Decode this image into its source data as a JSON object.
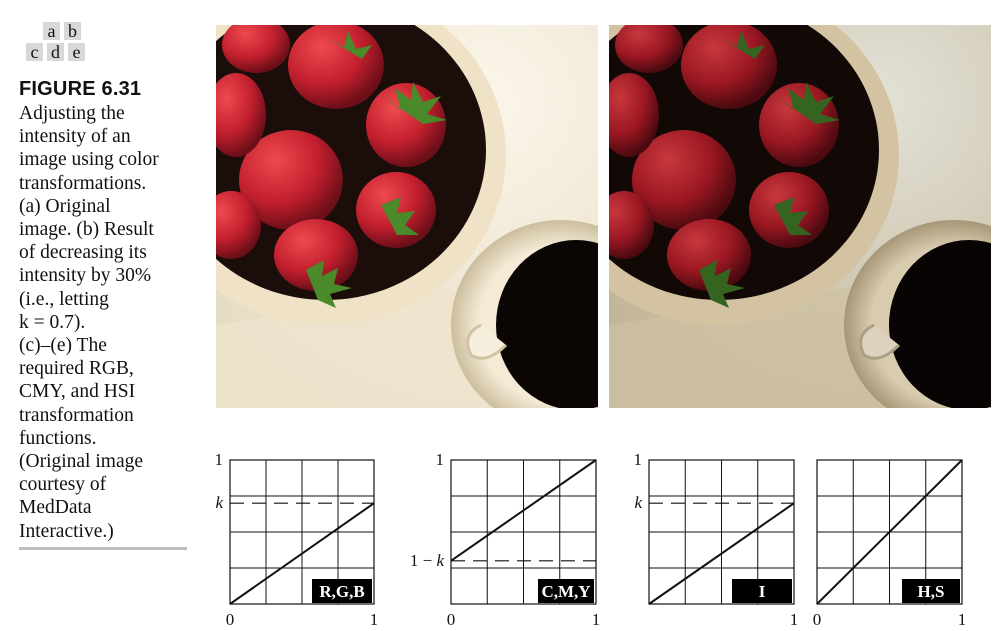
{
  "legend": {
    "row1": [
      "a",
      "b"
    ],
    "row2": [
      "c",
      "d",
      "e"
    ]
  },
  "figure": {
    "title": "FIGURE 6.31",
    "caption_lines": [
      "Adjusting the",
      "intensity of an",
      "image using color",
      "transformations.",
      "(a) Original",
      "image. (b) Result",
      "of decreasing its",
      "intensity by 30%",
      "(i.e., letting",
      "k = 0.7).",
      "(c)–(e) The",
      "required RGB,",
      "CMY, and HSI",
      "transformation",
      "functions.",
      "(Original image",
      "courtesy of",
      "MedData",
      "Interactive.)"
    ]
  },
  "images": {
    "a": "original-strawberries-photo",
    "b": "darkened-strawberries-photo"
  },
  "chart_data": [
    {
      "type": "line",
      "label": "R,G,B",
      "x": [
        0,
        1
      ],
      "y": [
        0,
        0.7
      ],
      "xlim": [
        0,
        1
      ],
      "ylim": [
        0,
        1
      ],
      "xticks": [
        "0",
        "1"
      ],
      "yticks": [
        {
          "value": 1,
          "label": "1"
        },
        {
          "value": 0.7,
          "label": "k"
        }
      ],
      "dashed_y": 0.7,
      "grid": true
    },
    {
      "type": "line",
      "label": "C,M,Y",
      "x": [
        0,
        1
      ],
      "y": [
        0.3,
        1
      ],
      "xlim": [
        0,
        1
      ],
      "ylim": [
        0,
        1
      ],
      "xticks": [
        "0",
        "1"
      ],
      "yticks": [
        {
          "value": 1,
          "label": "1"
        },
        {
          "value": 0.3,
          "label": "1 − k"
        }
      ],
      "dashed_y": 0.3,
      "grid": true
    },
    {
      "type": "line",
      "label": "I",
      "x": [
        0,
        1
      ],
      "y": [
        0,
        0.7
      ],
      "xlim": [
        0,
        1
      ],
      "ylim": [
        0,
        1
      ],
      "xticks": [
        "",
        "1"
      ],
      "yticks": [
        {
          "value": 1,
          "label": "1"
        },
        {
          "value": 0.7,
          "label": "k"
        }
      ],
      "dashed_y": 0.7,
      "grid": true
    },
    {
      "type": "line",
      "label": "H,S",
      "x": [
        0,
        1
      ],
      "y": [
        0,
        1
      ],
      "xlim": [
        0,
        1
      ],
      "ylim": [
        0,
        1
      ],
      "xticks": [
        "0",
        "1"
      ],
      "yticks": [],
      "dashed_y": null,
      "grid": true
    }
  ]
}
